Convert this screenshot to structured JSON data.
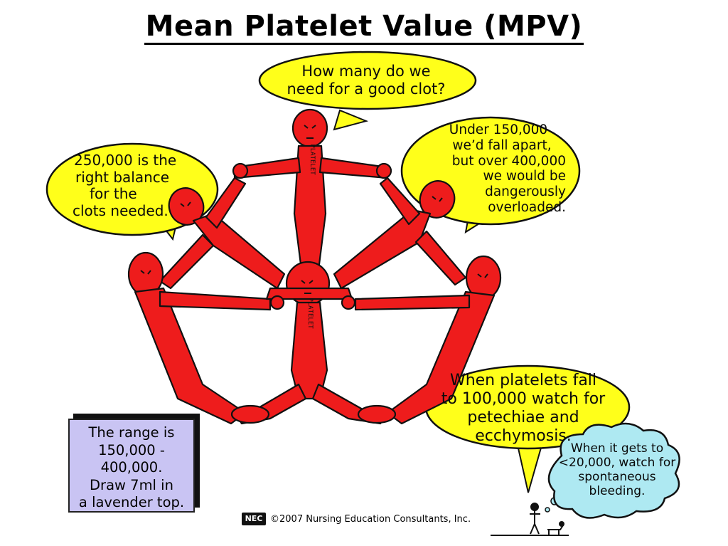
{
  "title": "Mean Platelet Value (MPV)",
  "bubbles": {
    "top": [
      "How many do we",
      "need for a good clot?"
    ],
    "right": [
      "Under 150,000",
      "we’d fall apart,",
      "but over 400,000",
      "we would be",
      "dangerously",
      "overloaded."
    ],
    "left": [
      "250,000 is the",
      "right balance",
      "for the",
      "clots needed."
    ],
    "bottom": [
      "When platelets fall",
      "to 100,000 watch for",
      "petechiae and",
      "ecchymosis."
    ],
    "cloud": [
      "When it gets to",
      "<20,000, watch for",
      "spontaneous",
      "bleeding."
    ]
  },
  "range_box": [
    "The range is",
    "150,000 -",
    "400,000.",
    "Draw 7ml in",
    "a lavender top."
  ],
  "figure_label": "PLATELET",
  "logo": "NEC",
  "copyright": "©2007 Nursing Education Consultants, Inc.",
  "colors": {
    "platelet_red": "#ee1c1c",
    "bubble_yellow": "#ffff1a",
    "cloud_blue": "#aee9f2",
    "range_box": "#c9c4f3"
  }
}
